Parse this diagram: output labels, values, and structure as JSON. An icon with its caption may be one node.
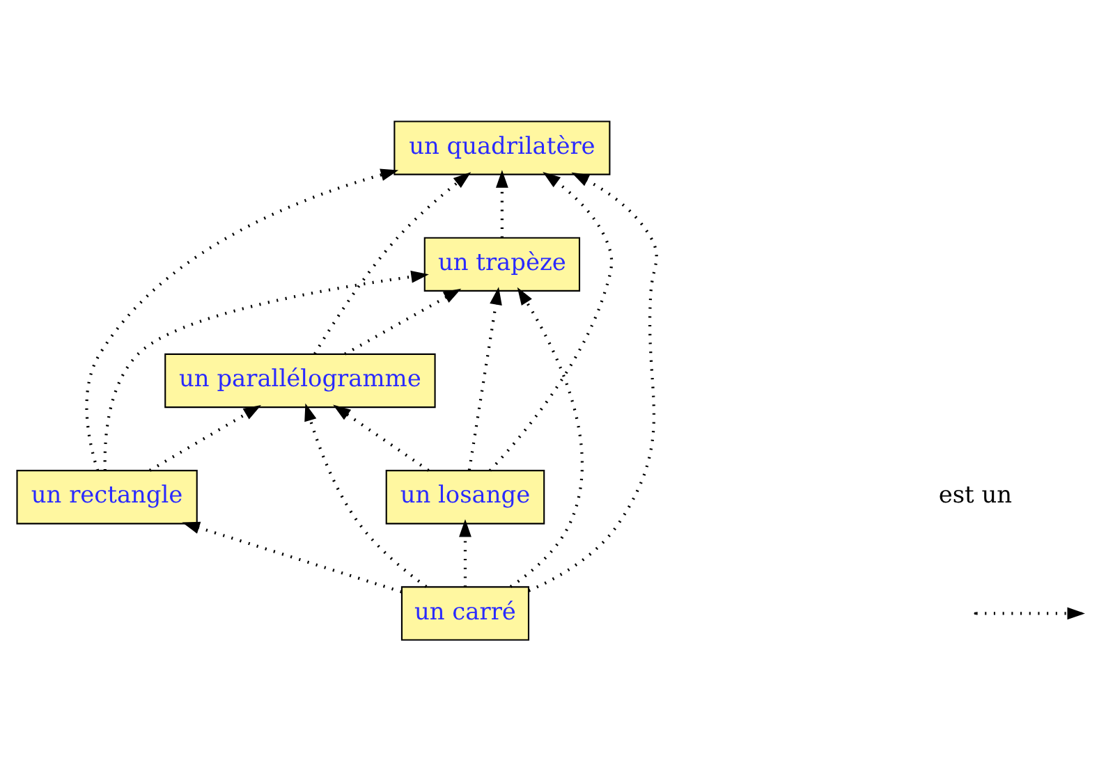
{
  "diagram": {
    "nodes": [
      {
        "text": [
          "un quadrilatère"
        ]
      },
      {
        "text": [
          "un trapèze"
        ]
      },
      {
        "text": [
          "un parallélogramme"
        ]
      },
      {
        "text": [
          "un rectangle"
        ]
      },
      {
        "text": [
          "un losange"
        ]
      },
      {
        "text": [
          "un carré"
        ]
      }
    ],
    "edges": [
      {
        "from": 1,
        "to": 0,
        "arrow": "to"
      },
      {
        "from": 2,
        "to": 1,
        "arrow": "to"
      },
      {
        "from": 2,
        "to": 0,
        "arrow": "to"
      },
      {
        "from": 3,
        "to": 2,
        "arrow": "to"
      },
      {
        "from": 3,
        "to": 1,
        "arrow": "to"
      },
      {
        "from": 3,
        "to": 0,
        "arrow": "to"
      },
      {
        "from": 4,
        "to": 2,
        "arrow": "to"
      },
      {
        "from": 4,
        "to": 1,
        "arrow": "to"
      },
      {
        "from": 4,
        "to": 0,
        "arrow": "to"
      },
      {
        "from": 5,
        "to": 4,
        "arrow": "to"
      },
      {
        "from": 5,
        "to": 3,
        "arrow": "to"
      },
      {
        "from": 5,
        "to": 2,
        "arrow": "to"
      },
      {
        "from": 5,
        "to": 1,
        "arrow": "to"
      },
      {
        "from": 5,
        "to": 0,
        "arrow": "to"
      }
    ],
    "legend": [
      {
        "text": "est un"
      }
    ]
  }
}
